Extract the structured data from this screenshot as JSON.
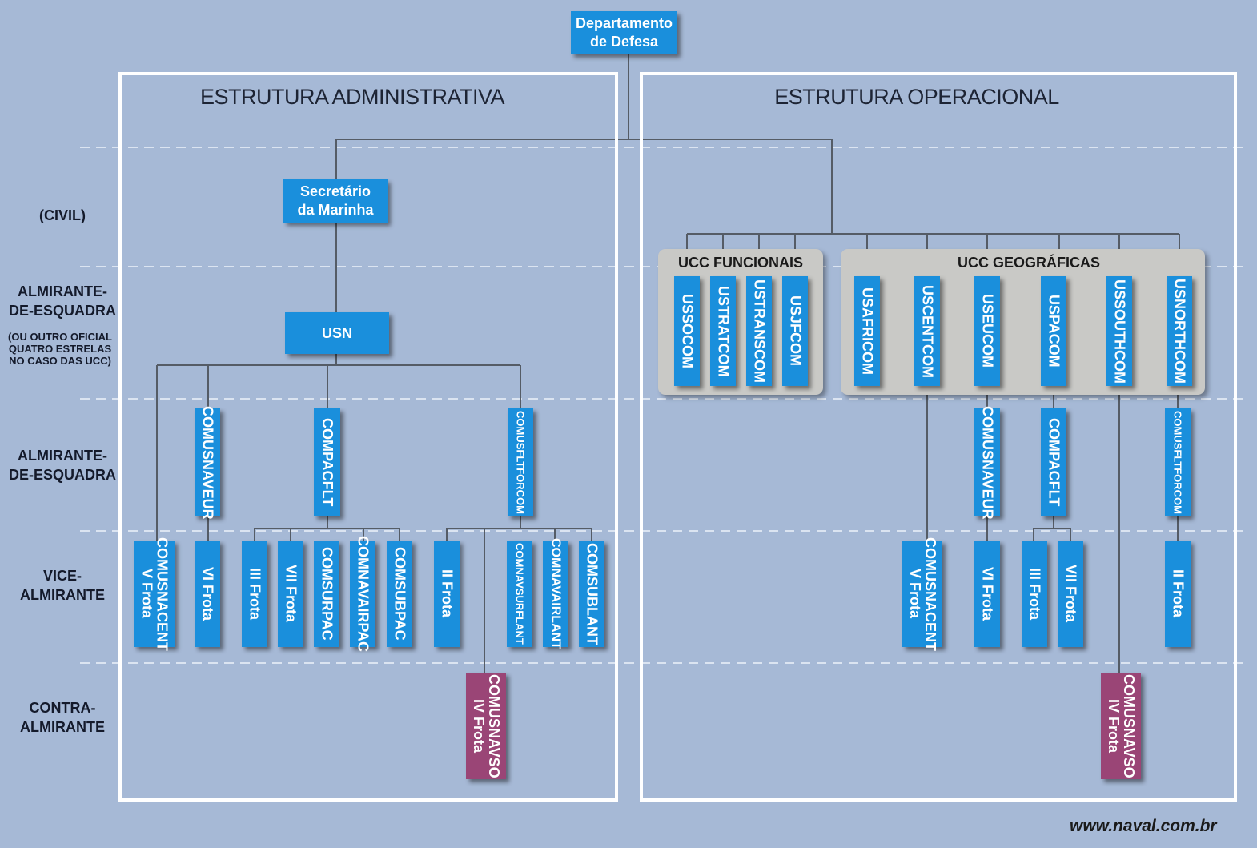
{
  "header": {
    "top_node": "Departamento\nde Defesa"
  },
  "sections": {
    "administrative_title": "ESTRUTURA ADMINISTRATIVA",
    "operational_title": "ESTRUTURA OPERACIONAL"
  },
  "ranks": {
    "civil": "(CIVIL)",
    "adm_esq_1": "ALMIRANTE-\nDE-ESQUADRA",
    "adm_esq_note": "(OU OUTRO OFICIAL\nQUATRO ESTRELAS\nNO CASO DAS UCC)",
    "adm_esq_2": "ALMIRANTE-\nDE-ESQUADRA",
    "vice": "VICE-\nALMIRANTE",
    "contra": "CONTRA-\nALMIRANTE"
  },
  "admin": {
    "secretario": "Secretário\nda Marinha",
    "usn": "USN",
    "comusnaveur": "COMUSNAVEUR",
    "compacflt": "COMPACFLT",
    "comusfltforcom": "COMUSFLTFORCOM",
    "comusnacent": "COMUSNACENT\nV Frota",
    "vi_frota": "VI Frota",
    "iii_frota": "III Frota",
    "vii_frota": "VII Frota",
    "comsurpac": "COMSURPAC",
    "comnavairpac": "COMNAVAIRPAC",
    "comsubpac": "COMSUBPAC",
    "ii_frota": "II Frota",
    "comnavsurflant": "COMNAVSURFLANT",
    "comnavairlant": "COMNAVAIRLANT",
    "comsublant": "COMSUBLANT",
    "comusnavso": "COMUSNAVSO\nIV Frota"
  },
  "operational": {
    "ucc_funcionais_title": "UCC FUNCIONAIS",
    "ucc_geograficas_title": "UCC GEOGRÁFICAS",
    "ussocom": "USSOCOM",
    "ustratcom": "USTRATCOM",
    "ustranscom": "USTRANSCOM",
    "usjfcom": "USJFCOM",
    "usafricom": "USAFRICOM",
    "uscentcom": "USCENTCOM",
    "useucom": "USEUCOM",
    "uspacom": "USPACOM",
    "ussouthcom": "USSOUTHCOM",
    "usnorthcom": "USNORTHCOM",
    "comusnaveur": "COMUSNAVEUR",
    "compacflt": "COMPACFLT",
    "comusfltforcom": "COMUSFLTFORCOM",
    "comusnacent": "COMUSNACENT\nV Frota",
    "vi_frota": "VI Frota",
    "iii_frota": "III Frota",
    "vii_frota": "VII Frota",
    "ii_frota": "II Frota",
    "comusnavso": "COMUSNAVSO\nIV Frota"
  },
  "footer": {
    "credit": "www.naval.com.br"
  },
  "colors": {
    "background": "#a6b9d6",
    "node_blue": "#1a8fdc",
    "node_purple": "#9a4576",
    "ucc_panel": "#c9c9c6",
    "frame": "#ffffff"
  }
}
